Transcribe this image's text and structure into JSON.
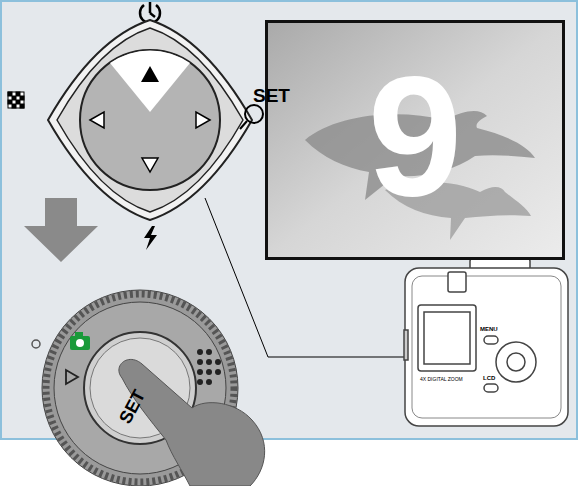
{
  "diagram": {
    "nodes": [
      {
        "text": [
          "9"
        ]
      }
    ],
    "labels": [
      "SET",
      "SET",
      "MENU",
      "LCD",
      "4X DIGITAL ZOOM"
    ]
  }
}
